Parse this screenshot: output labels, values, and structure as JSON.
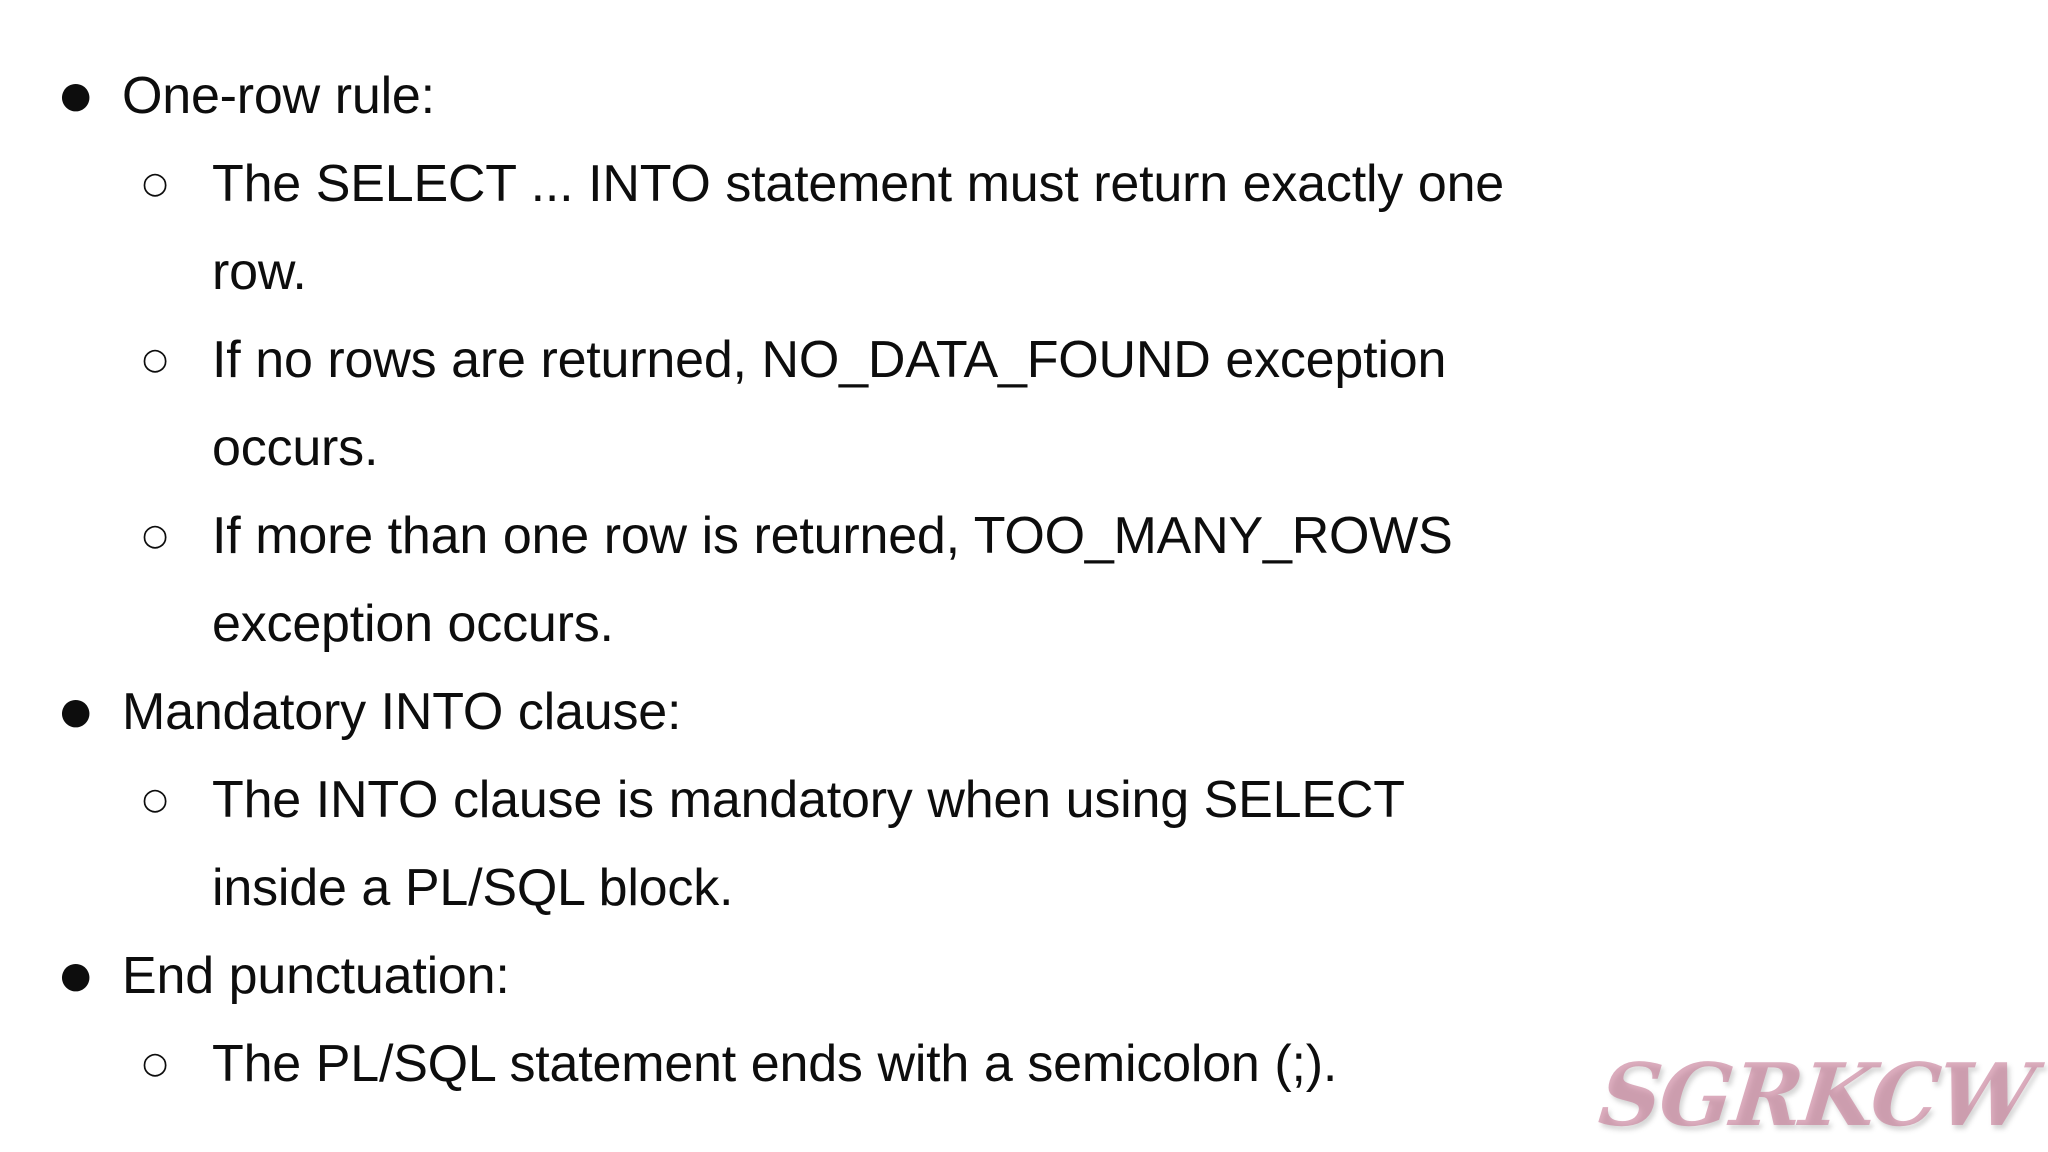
{
  "slide": {
    "background_color": "#ffffff",
    "text_color": "#0d0d0d",
    "bullet_items": [
      {
        "level": 1,
        "marker": "●",
        "text": "One-row rule:"
      },
      {
        "level": 2,
        "marker": "○",
        "text": "The SELECT ... INTO statement must return exactly one row."
      },
      {
        "level": 2,
        "marker": "○",
        "text": "If no rows are returned, NO_DATA_FOUND exception occurs."
      },
      {
        "level": 2,
        "marker": "○",
        "text": "If more than one row is returned, TOO_MANY_ROWS exception occurs."
      },
      {
        "level": 1,
        "marker": "●",
        "text": "Mandatory INTO clause:"
      },
      {
        "level": 2,
        "marker": "○",
        "text": "The INTO clause is mandatory when using SELECT inside a PL/SQL block."
      },
      {
        "level": 1,
        "marker": "●",
        "text": "End punctuation:"
      },
      {
        "level": 2,
        "marker": "○",
        "text": "The PL/SQL statement ends with a semicolon (;)."
      }
    ]
  },
  "watermark": {
    "text": "SGRKCW",
    "color": "#c77a96"
  }
}
